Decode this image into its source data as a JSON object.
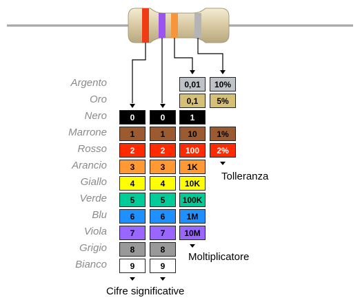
{
  "resistor": {
    "band_colors": [
      "#f03c14",
      "#9c54f0",
      "#f5963c",
      "#b4b4b4"
    ]
  },
  "rows": [
    {
      "name": "Argento",
      "mult": "0,01",
      "tol": "10%",
      "finish": "silver"
    },
    {
      "name": "Oro",
      "mult": "0,1",
      "tol": "5%",
      "finish": "gold"
    },
    {
      "name": "Nero",
      "color": "#000000",
      "text": "#ffffff",
      "d1": "0",
      "d2": "0",
      "mult": "1"
    },
    {
      "name": "Marrone",
      "color": "#9b5a30",
      "text": "#000000",
      "d1": "1",
      "d2": "1",
      "mult": "10",
      "tol": "1%"
    },
    {
      "name": "Rosso",
      "color": "#ff2a00",
      "text": "#ffffff",
      "d1": "2",
      "d2": "2",
      "mult": "100",
      "tol": "2%"
    },
    {
      "name": "Arancio",
      "color": "#ff9933",
      "text": "#000000",
      "d1": "3",
      "d2": "3",
      "mult": "1K"
    },
    {
      "name": "Giallo",
      "color": "#ffff00",
      "text": "#000000",
      "d1": "4",
      "d2": "4",
      "mult": "10K"
    },
    {
      "name": "Verde",
      "color": "#00cc99",
      "text": "#000000",
      "d1": "5",
      "d2": "5",
      "mult": "100K"
    },
    {
      "name": "Blu",
      "color": "#1e90ff",
      "text": "#000000",
      "d1": "6",
      "d2": "6",
      "mult": "1M"
    },
    {
      "name": "Viola",
      "color": "#9966ff",
      "text": "#000000",
      "d1": "7",
      "d2": "7",
      "mult": "10M"
    },
    {
      "name": "Grigio",
      "color": "#999999",
      "text": "#000000",
      "d1": "8",
      "d2": "8"
    },
    {
      "name": "Bianco",
      "color": "#ffffff",
      "text": "#000000",
      "d1": "9",
      "d2": "9"
    }
  ],
  "labels": {
    "tolerance": "Tolleranza",
    "multiplier": "Moltiplicatore",
    "significant": "Cifre significative"
  },
  "finishes": {
    "silver": "#bfc3c7",
    "gold": "#d6c078"
  }
}
